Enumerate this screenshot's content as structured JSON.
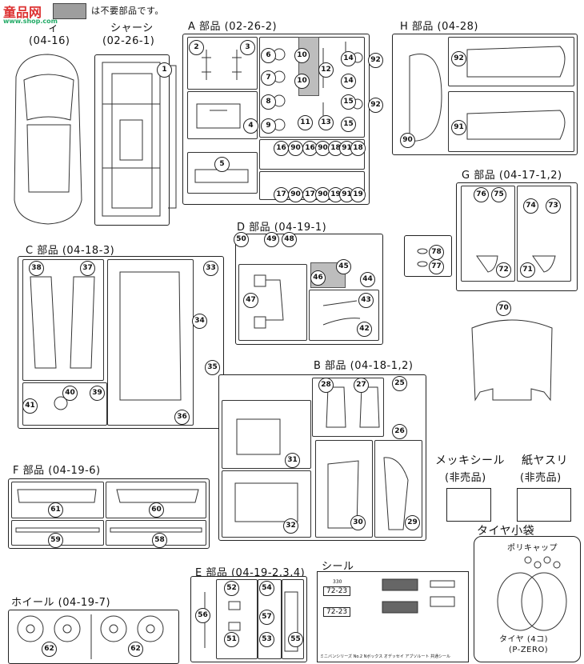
{
  "watermark": {
    "title": "童品网",
    "url": "www.shop.com"
  },
  "header": {
    "legend_note": "は不要部品です。"
  },
  "body_part": {
    "title_fragment": "ィ",
    "code": "(04-16)"
  },
  "chassis": {
    "title": "シャーシ",
    "code": "(02-26-1)"
  },
  "part_a": {
    "title": "A 部品 (02-26-2)"
  },
  "part_h": {
    "title": "H 部品 (04-28)"
  },
  "part_g": {
    "title": "G 部品 (04-17-1,2)"
  },
  "part_d": {
    "title": "D 部品 (04-19-1)"
  },
  "part_c": {
    "title": "C 部品 (04-18-3)"
  },
  "part_b": {
    "title": "B 部品 (04-18-1,2)"
  },
  "part_f": {
    "title": "F 部品 (04-19-6)"
  },
  "part_e": {
    "title": "E 部品 (04-19-2,3,4)"
  },
  "wheel": {
    "title": "ホイール (04-19-7)"
  },
  "seal": {
    "title": "シール",
    "plate_a": "72-23",
    "plate_b": "72-23",
    "plate_small": "330",
    "footer": "ミニバンシリーズ No.2 Nボックス オデッセイ アブソルート 共通シール"
  },
  "plating_seal": {
    "title": "メッキシール",
    "note": "(非売品)"
  },
  "sandpaper": {
    "title": "紙ヤスリ",
    "note": "(非売品)"
  },
  "tire_bag": {
    "title": "タイヤ小袋",
    "polycap": "ポリキャップ",
    "tire_label": "タイヤ (4コ)",
    "tire_brand": "(P-ZERO)"
  },
  "numbers": {
    "n1": "1",
    "n2": "2",
    "n3": "3",
    "n4": "4",
    "n5": "5",
    "n6": "6",
    "n7": "7",
    "n8": "8",
    "n9": "9",
    "n10a": "10",
    "n10b": "10",
    "n11": "11",
    "n12": "12",
    "n13": "13",
    "n14a": "14",
    "n14b": "14",
    "n15a": "15",
    "n15b": "15",
    "n16a": "16",
    "n90a": "90",
    "n16b": "16",
    "n90b": "90",
    "n18a": "18",
    "n91a": "91",
    "n18b": "18",
    "n17a": "17",
    "n90c": "90",
    "n17b": "17",
    "n90d": "90",
    "n19a": "19",
    "n91b": "91",
    "n19b": "19",
    "n92a": "92",
    "n92b": "92",
    "n92c": "92",
    "n91c": "91",
    "n90e": "90",
    "n76": "76",
    "n75": "75",
    "n74": "74",
    "n73": "73",
    "n72": "72",
    "n71": "71",
    "n70": "70",
    "n78": "78",
    "n77": "77",
    "n50": "50",
    "n49": "49",
    "n48": "48",
    "n45": "45",
    "n46": "46",
    "n44": "44",
    "n47": "47",
    "n43": "43",
    "n42": "42",
    "n38": "38",
    "n37": "37",
    "n33": "33",
    "n34": "34",
    "n35": "35",
    "n36": "36",
    "n41": "41",
    "n40": "40",
    "n39": "39",
    "n28": "28",
    "n27": "27",
    "n25": "25",
    "n26": "26",
    "n31": "31",
    "n32": "32",
    "n30": "30",
    "n29": "29",
    "n61": "61",
    "n60": "60",
    "n59": "59",
    "n58": "58",
    "n52": "52",
    "n54": "54",
    "n56": "56",
    "n57": "57",
    "n51": "51",
    "n53": "53",
    "n55": "55",
    "n62a": "62",
    "n62b": "62"
  }
}
